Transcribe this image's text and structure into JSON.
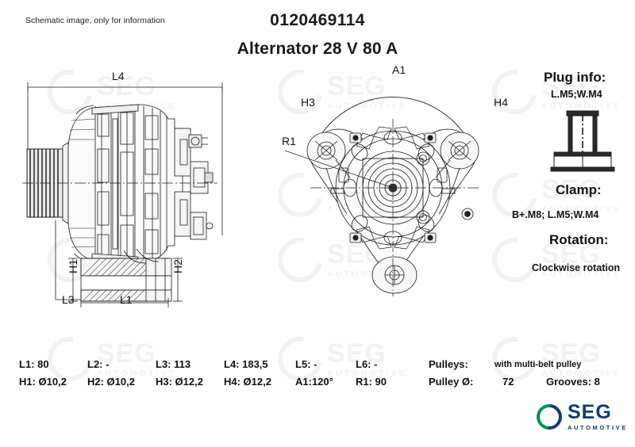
{
  "note": "Schematic image, only for information",
  "title": {
    "part_number": "0120469114",
    "description": "Alternator 28 V 80 A"
  },
  "watermark": {
    "brand": "SEG",
    "sub": "AUTOMOTIVE"
  },
  "drawing_labels": {
    "side_view": {
      "L4": "L4",
      "H1": "H1",
      "H2": "H2",
      "L3": "L3",
      "L1": "L1"
    },
    "front_view": {
      "A1": "A1",
      "H3": "H3",
      "H4": "H4",
      "R1": "R1"
    }
  },
  "info_panel": {
    "plug_info_heading": "Plug info:",
    "plug_info_value": "L.M5;W.M4",
    "clamp_heading": "Clamp:",
    "clamp_value": "B+.M8; L.M5;W.M4",
    "rotation_heading": "Rotation:",
    "rotation_value": "Clockwise rotation"
  },
  "specs": {
    "row1": [
      {
        "label": "L1: 80"
      },
      {
        "label": "L2: -"
      },
      {
        "label": "L3: 113"
      },
      {
        "label": "L4: 183,5"
      },
      {
        "label": "L5: -"
      },
      {
        "label": "L6: -"
      },
      {
        "label": "Pulleys:"
      },
      {
        "label": "with multi-belt pulley"
      }
    ],
    "row2": [
      {
        "label": "H1: Ø10,2"
      },
      {
        "label": "H2: Ø10,2"
      },
      {
        "label": "H3: Ø12,2"
      },
      {
        "label": "H4: Ø12,2"
      },
      {
        "label": "A1:120°"
      },
      {
        "label": "R1: 90"
      },
      {
        "label": "Pulley Ø:"
      },
      {
        "label": "72"
      },
      {
        "label": "Grooves: 8"
      }
    ]
  },
  "logo": {
    "brand": "SEG",
    "sub": "AUTOMOTIVE",
    "green": "#00934a",
    "blue": "#123c6b"
  }
}
